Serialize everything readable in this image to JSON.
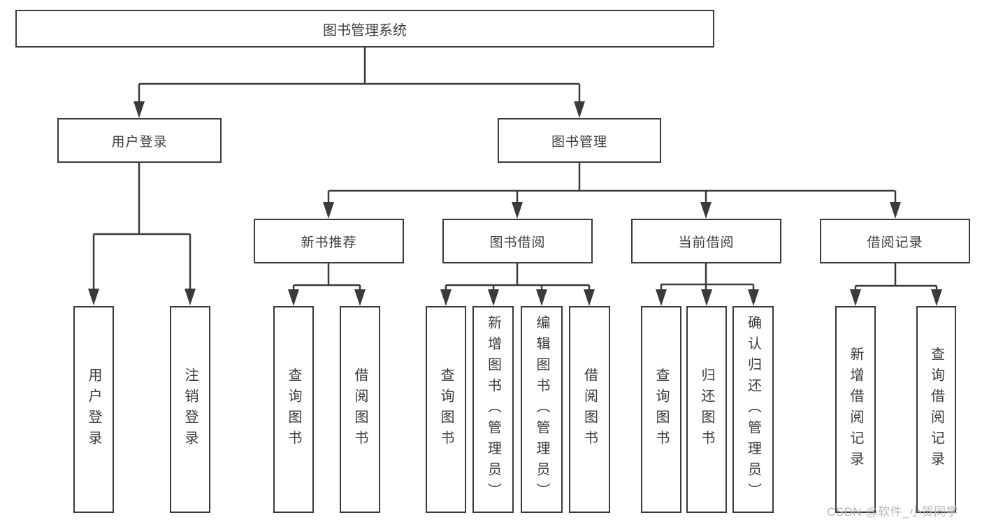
{
  "diagram": {
    "root": {
      "label": "图书管理系统"
    },
    "level2": [
      {
        "label": "用户登录"
      },
      {
        "label": "图书管理"
      }
    ],
    "level3": [
      {
        "label": "新书推荐",
        "parent": "图书管理"
      },
      {
        "label": "图书借阅",
        "parent": "图书管理"
      },
      {
        "label": "当前借阅",
        "parent": "图书管理"
      },
      {
        "label": "借阅记录",
        "parent": "图书管理"
      }
    ],
    "leaves": [
      {
        "label": "用户登录",
        "parent": "用户登录"
      },
      {
        "label": "注销登录",
        "parent": "用户登录"
      },
      {
        "label": "查询图书",
        "parent": "新书推荐"
      },
      {
        "label": "借阅图书",
        "parent": "新书推荐"
      },
      {
        "label": "查询图书",
        "parent": "图书借阅"
      },
      {
        "label": "新增图书（管理员）",
        "parent": "图书借阅"
      },
      {
        "label": "编辑图书（管理员）",
        "parent": "图书借阅"
      },
      {
        "label": "借阅图书",
        "parent": "图书借阅"
      },
      {
        "label": "查询图书",
        "parent": "当前借阅"
      },
      {
        "label": "归还图书",
        "parent": "当前借阅"
      },
      {
        "label": "确认归还（管理员）",
        "parent": "当前借阅"
      },
      {
        "label": "新增借阅记录",
        "parent": "借阅记录"
      },
      {
        "label": "查询借阅记录",
        "parent": "借阅记录"
      }
    ]
  },
  "watermark": "CSDN @软件_小贺同学",
  "colors": {
    "line": "#3a3a3a",
    "text": "#3d3d3d",
    "background": "#ffffff",
    "watermark": "#b3b7be"
  }
}
